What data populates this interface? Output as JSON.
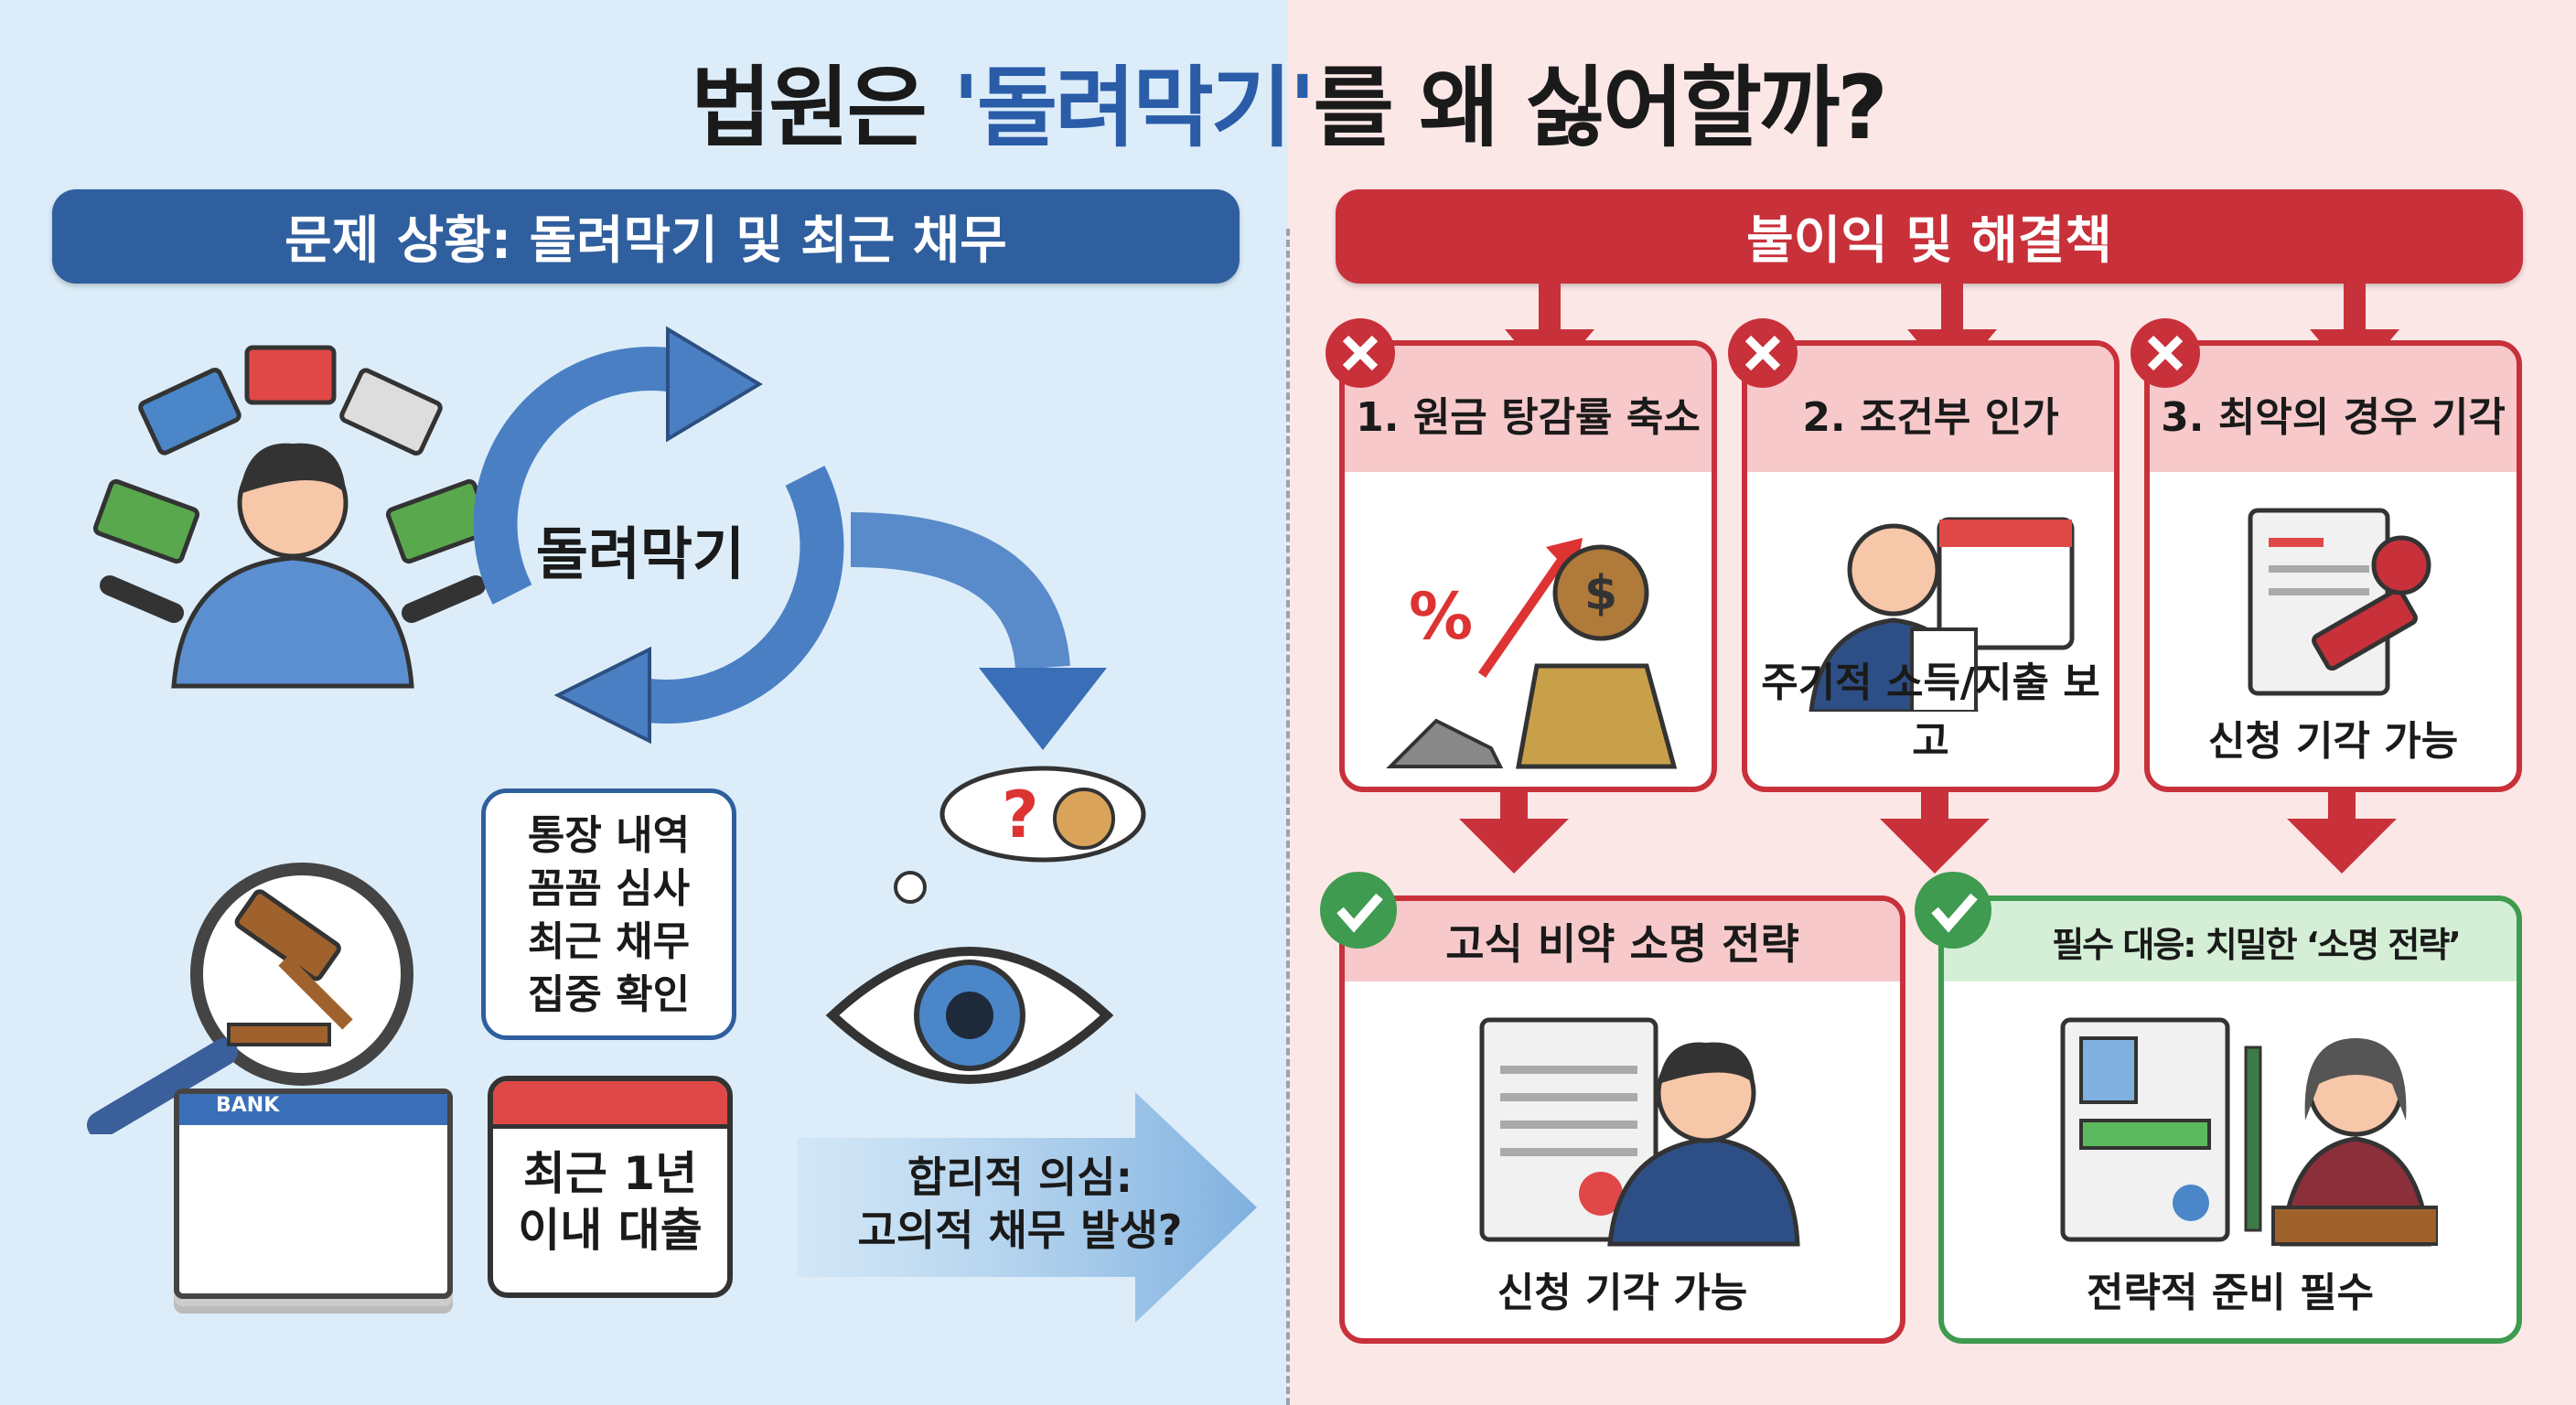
{
  "title": {
    "before": "법원은 ",
    "highlight": "'돌려막기'",
    "after": "를 왜 싫어할까?"
  },
  "colors": {
    "blue": "#2f5f9e",
    "red": "#c8313a",
    "green": "#3e9b4f",
    "left_bg": "#dcedf9",
    "right_bg": "#fce7e7"
  },
  "left": {
    "banner": "문제 상황: 돌려막기 및 최근 채무",
    "cycle_label": "돌려막기",
    "bubble_lines": [
      "통장 내역",
      "꼼꼼 심사",
      "최근 채무",
      "집중 확인"
    ],
    "bank_label": "BANK",
    "calendar_lines": [
      "최근 1년",
      "이내 대출"
    ],
    "arrow_lines": [
      "합리적 의심:",
      "고의적 채무 발생?"
    ],
    "icons": [
      "person-with-cards-icon",
      "cycle-arrows-icon",
      "magnifier-gavel-icon",
      "bankbook-icon",
      "calendar-icon",
      "eye-icon",
      "question-money-thought-icon"
    ]
  },
  "right": {
    "banner": "불이익 및 해결책",
    "risks": [
      {
        "title": "1. 원금 탕감률 축소",
        "caption": "",
        "icon": "percent-moneybag-coins-icon",
        "percent": "%",
        "dollar": "$"
      },
      {
        "title": "2. 조건부 인가",
        "caption": "주기적 소득/지출 보고",
        "icon": "businessman-calendar-icon"
      },
      {
        "title": "3. 최악의 경우 기각",
        "caption": "신청 기각 가능",
        "icon": "document-stamp-icon"
      }
    ],
    "solutions": [
      {
        "title": "고식 비약 소명 전략",
        "caption": "신청 기각 가능",
        "icon": "document-lawyer-icon"
      },
      {
        "title": "필수 대응: 치밀한 ‘소명 전략’",
        "caption": "전략적 준비 필수",
        "icon": "resume-judge-icon"
      }
    ]
  }
}
